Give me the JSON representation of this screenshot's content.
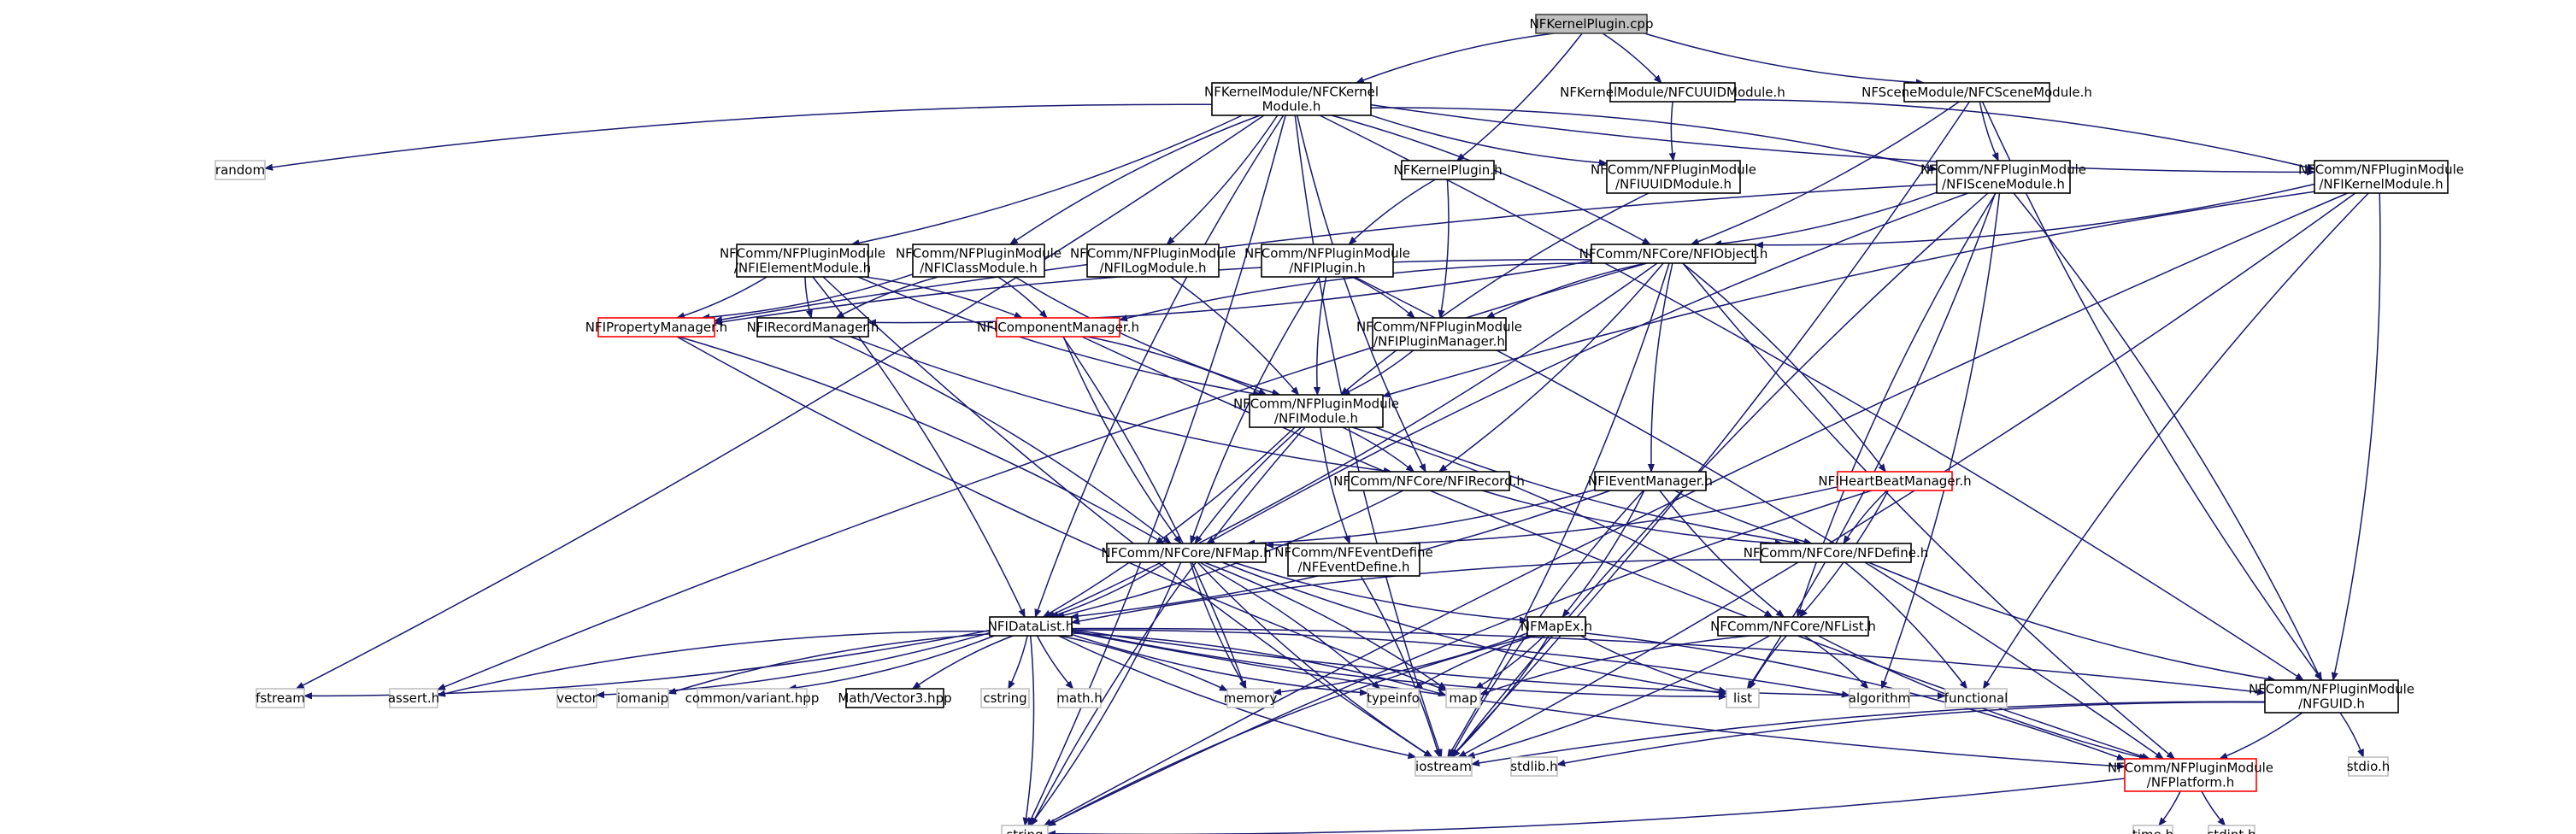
{
  "diagram": {
    "type": "include-dependency-graph",
    "nodes": [
      {
        "id": "root",
        "lines": [
          "NFKernelPlugin.cpp"
        ],
        "style": "root"
      },
      {
        "id": "nfckernel",
        "lines": [
          "NFKernelModule/NFCKernel",
          "Module.h"
        ]
      },
      {
        "id": "nfcuuid",
        "lines": [
          "NFKernelModule/NFCUUIDModule.h"
        ]
      },
      {
        "id": "nfcscene",
        "lines": [
          "NFSceneModule/NFCSceneModule.h"
        ]
      },
      {
        "id": "random",
        "lines": [
          "random"
        ],
        "style": "gray"
      },
      {
        "id": "nfkernelplugin",
        "lines": [
          "NFKernelPlugin.h"
        ]
      },
      {
        "id": "nfiuuid",
        "lines": [
          "NFComm/NFPluginModule",
          "/NFIUUIDModule.h"
        ]
      },
      {
        "id": "nfiscene",
        "lines": [
          "NFComm/NFPluginModule",
          "/NFISceneModule.h"
        ]
      },
      {
        "id": "nfikernel",
        "lines": [
          "NFComm/NFPluginModule",
          "/NFIKernelModule.h"
        ]
      },
      {
        "id": "nfielement",
        "lines": [
          "NFComm/NFPluginModule",
          "/NFIElementModule.h"
        ]
      },
      {
        "id": "nficlass",
        "lines": [
          "NFComm/NFPluginModule",
          "/NFIClassModule.h"
        ]
      },
      {
        "id": "nfilog",
        "lines": [
          "NFComm/NFPluginModule",
          "/NFILogModule.h"
        ]
      },
      {
        "id": "nfiplugin",
        "lines": [
          "NFComm/NFPluginModule",
          "/NFIPlugin.h"
        ]
      },
      {
        "id": "nfiobject",
        "lines": [
          "NFComm/NFCore/NFIObject.h"
        ]
      },
      {
        "id": "nfiproperty",
        "lines": [
          "NFIPropertyManager.h"
        ],
        "style": "red"
      },
      {
        "id": "nfirecordmgr",
        "lines": [
          "NFIRecordManager.h"
        ]
      },
      {
        "id": "nficomponent",
        "lines": [
          "NFIComponentManager.h"
        ],
        "style": "red"
      },
      {
        "id": "nfipluginmgr",
        "lines": [
          "NFComm/NFPluginModule",
          "/NFIPluginManager.h"
        ]
      },
      {
        "id": "nfimodule",
        "lines": [
          "NFComm/NFPluginModule",
          "/NFIModule.h"
        ]
      },
      {
        "id": "nfirecord",
        "lines": [
          "NFComm/NFCore/NFIRecord.h"
        ]
      },
      {
        "id": "nfievent",
        "lines": [
          "NFIEventManager.h"
        ]
      },
      {
        "id": "nfiheartbeat",
        "lines": [
          "NFIHeartBeatManager.h"
        ],
        "style": "red"
      },
      {
        "id": "nfmap",
        "lines": [
          "NFComm/NFCore/NFMap.h"
        ]
      },
      {
        "id": "nfeventdefine",
        "lines": [
          "NFComm/NFEventDefine",
          "/NFEventDefine.h"
        ]
      },
      {
        "id": "nfdefine",
        "lines": [
          "NFComm/NFCore/NFDefine.h"
        ]
      },
      {
        "id": "nfidatalist",
        "lines": [
          "NFIDataList.h"
        ]
      },
      {
        "id": "nfmapex",
        "lines": [
          "NFMapEx.h"
        ]
      },
      {
        "id": "nflist",
        "lines": [
          "NFComm/NFCore/NFList.h"
        ]
      },
      {
        "id": "fstream",
        "lines": [
          "fstream"
        ],
        "style": "gray"
      },
      {
        "id": "asserth",
        "lines": [
          "assert.h"
        ],
        "style": "gray"
      },
      {
        "id": "vector",
        "lines": [
          "vector"
        ],
        "style": "gray"
      },
      {
        "id": "iomanip",
        "lines": [
          "iomanip"
        ],
        "style": "gray"
      },
      {
        "id": "variant",
        "lines": [
          "common/variant.hpp"
        ],
        "style": "gray"
      },
      {
        "id": "vector3",
        "lines": [
          "Math/Vector3.hpp"
        ]
      },
      {
        "id": "cstring",
        "lines": [
          "cstring"
        ],
        "style": "gray"
      },
      {
        "id": "mathh",
        "lines": [
          "math.h"
        ],
        "style": "gray"
      },
      {
        "id": "memory",
        "lines": [
          "memory"
        ],
        "style": "gray"
      },
      {
        "id": "typeinfo",
        "lines": [
          "typeinfo"
        ],
        "style": "gray"
      },
      {
        "id": "map",
        "lines": [
          "map"
        ],
        "style": "gray"
      },
      {
        "id": "list",
        "lines": [
          "list"
        ],
        "style": "gray"
      },
      {
        "id": "algorithm",
        "lines": [
          "algorithm"
        ],
        "style": "gray"
      },
      {
        "id": "functional",
        "lines": [
          "functional"
        ],
        "style": "gray"
      },
      {
        "id": "nfguid",
        "lines": [
          "NFComm/NFPluginModule",
          "/NFGUID.h"
        ]
      },
      {
        "id": "iostream",
        "lines": [
          "iostream"
        ],
        "style": "gray"
      },
      {
        "id": "stdlib",
        "lines": [
          "stdlib.h"
        ],
        "style": "gray"
      },
      {
        "id": "nfplatform",
        "lines": [
          "NFComm/NFPluginModule",
          "/NFPlatform.h"
        ],
        "style": "red"
      },
      {
        "id": "stdio",
        "lines": [
          "stdio.h"
        ],
        "style": "gray"
      },
      {
        "id": "string",
        "lines": [
          "string"
        ],
        "style": "gray"
      },
      {
        "id": "timeh",
        "lines": [
          "time.h"
        ],
        "style": "gray"
      },
      {
        "id": "stdint",
        "lines": [
          "stdint.h"
        ],
        "style": "gray"
      }
    ],
    "edges": [
      [
        "root",
        "nfckernel"
      ],
      [
        "root",
        "nfcuuid"
      ],
      [
        "root",
        "nfcscene"
      ],
      [
        "root",
        "nfkernelplugin"
      ],
      [
        "nfckernel",
        "random"
      ],
      [
        "nfckernel",
        "nfielement"
      ],
      [
        "nfckernel",
        "nficlass"
      ],
      [
        "nfckernel",
        "nfilog"
      ],
      [
        "nfckernel",
        "nfiuuid"
      ],
      [
        "nfckernel",
        "nfiscene"
      ],
      [
        "nfckernel",
        "nfikernel"
      ],
      [
        "nfckernel",
        "nfiobject"
      ],
      [
        "nfckernel",
        "nfirecord"
      ],
      [
        "nfckernel",
        "nfguid"
      ],
      [
        "nfckernel",
        "nfidatalist"
      ],
      [
        "nfckernel",
        "fstream"
      ],
      [
        "nfckernel",
        "iostream"
      ],
      [
        "nfckernel",
        "string"
      ],
      [
        "nfcuuid",
        "nfiuuid"
      ],
      [
        "nfcuuid",
        "nfikernel"
      ],
      [
        "nfcscene",
        "nfiscene"
      ],
      [
        "nfcscene",
        "nfiobject"
      ],
      [
        "nfcscene",
        "nfguid"
      ],
      [
        "nfcscene",
        "iostream"
      ],
      [
        "nfkernelplugin",
        "nfiplugin"
      ],
      [
        "nfkernelplugin",
        "nfipluginmgr"
      ],
      [
        "nfiuuid",
        "nfimodule"
      ],
      [
        "nfiscene",
        "nfiobject"
      ],
      [
        "nfiscene",
        "nfmap"
      ],
      [
        "nfiscene",
        "list"
      ],
      [
        "nfiscene",
        "nflist"
      ],
      [
        "nfiscene",
        "nfguid"
      ],
      [
        "nfiscene",
        "iostream"
      ],
      [
        "nfiscene",
        "algorithm"
      ],
      [
        "nfiscene",
        "nfiproperty"
      ],
      [
        "nfikernel",
        "nfiobject"
      ],
      [
        "nfikernel",
        "nfimodule"
      ],
      [
        "nfikernel",
        "nfguid"
      ],
      [
        "nfikernel",
        "functional"
      ],
      [
        "nfikernel",
        "iostream"
      ],
      [
        "nfikernel",
        "string"
      ],
      [
        "nfielement",
        "nfiproperty"
      ],
      [
        "nfielement",
        "nfirecordmgr"
      ],
      [
        "nfielement",
        "nficomponent"
      ],
      [
        "nfielement",
        "nfimodule"
      ],
      [
        "nfielement",
        "nfidatalist"
      ],
      [
        "nfielement",
        "iostream"
      ],
      [
        "nficlass",
        "nfiproperty"
      ],
      [
        "nficlass",
        "nfirecordmgr"
      ],
      [
        "nficlass",
        "nficomponent"
      ],
      [
        "nficlass",
        "nfimodule"
      ],
      [
        "nfilog",
        "nfimodule"
      ],
      [
        "nfiplugin",
        "nfimodule"
      ],
      [
        "nfiplugin",
        "nfipluginmgr"
      ],
      [
        "nfiplugin",
        "nfmap"
      ],
      [
        "nfiplugin",
        "nfplatform"
      ],
      [
        "nfiobject",
        "nfiproperty"
      ],
      [
        "nfiobject",
        "nfirecordmgr"
      ],
      [
        "nfiobject",
        "nficomponent"
      ],
      [
        "nfiobject",
        "nfirecord"
      ],
      [
        "nfiobject",
        "nfievent"
      ],
      [
        "nfiobject",
        "nfiheartbeat"
      ],
      [
        "nfiobject",
        "nfipluginmgr"
      ],
      [
        "nfiobject",
        "nfidatalist"
      ],
      [
        "nfiobject",
        "asserth"
      ],
      [
        "nfiobject",
        "iostream"
      ],
      [
        "nfiobject",
        "nfplatform"
      ],
      [
        "nfiproperty",
        "nfmap"
      ],
      [
        "nfiproperty",
        "map"
      ],
      [
        "nfirecordmgr",
        "nfmap"
      ],
      [
        "nfirecordmgr",
        "nfirecord"
      ],
      [
        "nficomponent",
        "nfimodule"
      ],
      [
        "nficomponent",
        "nfmap"
      ],
      [
        "nficomponent",
        "memory"
      ],
      [
        "nficomponent",
        "nfplatform"
      ],
      [
        "nfipluginmgr",
        "nfimodule"
      ],
      [
        "nfimodule",
        "nfmap"
      ],
      [
        "nfimodule",
        "nfirecord"
      ],
      [
        "nfimodule",
        "nfeventdefine"
      ],
      [
        "nfimodule",
        "nflist"
      ],
      [
        "nfimodule",
        "nfdefine"
      ],
      [
        "nfimodule",
        "nfidatalist"
      ],
      [
        "nfimodule",
        "string"
      ],
      [
        "nfirecord",
        "nfidatalist"
      ],
      [
        "nfirecord",
        "nfdefine"
      ],
      [
        "nfievent",
        "nfmap"
      ],
      [
        "nfievent",
        "nfdefine"
      ],
      [
        "nfievent",
        "nfmapex"
      ],
      [
        "nfievent",
        "nflist"
      ],
      [
        "nfievent",
        "nfidatalist"
      ],
      [
        "nfievent",
        "iostream"
      ],
      [
        "nfiheartbeat",
        "nfmap"
      ],
      [
        "nfiheartbeat",
        "nfdefine"
      ],
      [
        "nfiheartbeat",
        "nflist"
      ],
      [
        "nfiheartbeat",
        "string"
      ],
      [
        "nfmap",
        "nfidatalist"
      ],
      [
        "nfmap",
        "nfmapex"
      ],
      [
        "nfmap",
        "map"
      ],
      [
        "nfmap",
        "list"
      ],
      [
        "nfmap",
        "typeinfo"
      ],
      [
        "nfmap",
        "iostream"
      ],
      [
        "nfmap",
        "string"
      ],
      [
        "nfmap",
        "memory"
      ],
      [
        "nfeventdefine",
        "iostream"
      ],
      [
        "nfdefine",
        "nfidatalist"
      ],
      [
        "nfdefine",
        "functional"
      ],
      [
        "nfdefine",
        "nfguid"
      ],
      [
        "nfidatalist",
        "fstream"
      ],
      [
        "nfidatalist",
        "asserth"
      ],
      [
        "nfidatalist",
        "vector"
      ],
      [
        "nfidatalist",
        "iomanip"
      ],
      [
        "nfidatalist",
        "variant"
      ],
      [
        "nfidatalist",
        "vector3"
      ],
      [
        "nfidatalist",
        "cstring"
      ],
      [
        "nfidatalist",
        "mathh"
      ],
      [
        "nfidatalist",
        "memory"
      ],
      [
        "nfidatalist",
        "typeinfo"
      ],
      [
        "nfidatalist",
        "map"
      ],
      [
        "nfidatalist",
        "list"
      ],
      [
        "nfidatalist",
        "algorithm"
      ],
      [
        "nfidatalist",
        "functional"
      ],
      [
        "nfidatalist",
        "nfguid"
      ],
      [
        "nfidatalist",
        "iostream"
      ],
      [
        "nfidatalist",
        "string"
      ],
      [
        "nfidatalist",
        "nfplatform"
      ],
      [
        "nfmapex",
        "memory"
      ],
      [
        "nfmapex",
        "typeinfo"
      ],
      [
        "nfmapex",
        "map"
      ],
      [
        "nfmapex",
        "list"
      ],
      [
        "nfmapex",
        "iostream"
      ],
      [
        "nfmapex",
        "string"
      ],
      [
        "nfmapex",
        "nfplatform"
      ],
      [
        "nflist",
        "list"
      ],
      [
        "nflist",
        "algorithm"
      ],
      [
        "nflist",
        "map"
      ],
      [
        "nflist",
        "iostream"
      ],
      [
        "nflist",
        "nfplatform"
      ],
      [
        "nfguid",
        "nfplatform"
      ],
      [
        "nfguid",
        "iostream"
      ],
      [
        "nfguid",
        "stdio"
      ],
      [
        "nfguid",
        "stdlib"
      ],
      [
        "nfplatform",
        "timeh"
      ],
      [
        "nfplatform",
        "stdint"
      ],
      [
        "nfplatform",
        "string"
      ]
    ]
  }
}
